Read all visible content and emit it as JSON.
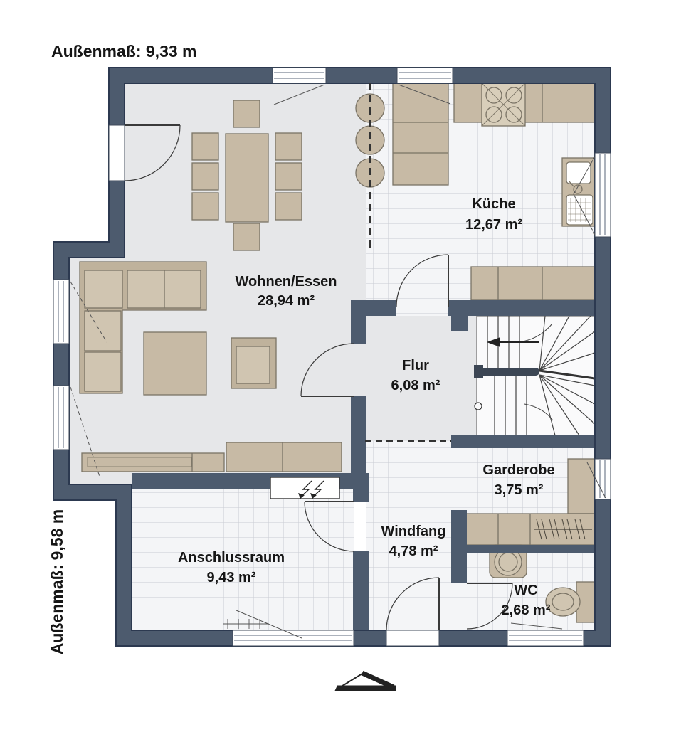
{
  "dimensions": {
    "top": "Außenmaß: 9,33 m",
    "left": "Außenmaß: 9,58 m"
  },
  "rooms": [
    {
      "id": "wohnen-essen",
      "name": "Wohnen/Essen",
      "area": "28,94 m²"
    },
    {
      "id": "kueche",
      "name": "Küche",
      "area": "12,67 m²"
    },
    {
      "id": "flur",
      "name": "Flur",
      "area": "6,08 m²"
    },
    {
      "id": "garderobe",
      "name": "Garderobe",
      "area": "3,75 m²"
    },
    {
      "id": "windfang",
      "name": "Windfang",
      "area": "4,78 m²"
    },
    {
      "id": "anschlussraum",
      "name": "Anschlussraum",
      "area": "9,43 m²"
    },
    {
      "id": "wc",
      "name": "WC",
      "area": "2,68 m²"
    }
  ],
  "colors": {
    "wall": "#4d5b6e",
    "wall_outline": "#2c3950",
    "floor_living": "#e6e7e9",
    "floor_tile": "#f4f5f7",
    "tile_grid": "#c9ccd3",
    "furniture": "#c7baa5",
    "furniture_light": "#d0c5b1",
    "furniture_dark": "#bfb29c",
    "furniture_outline": "#7a7365",
    "line": "#3a3a3a",
    "text": "#161616"
  }
}
